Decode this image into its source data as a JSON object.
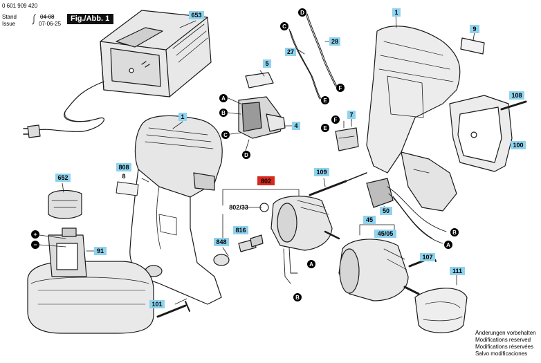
{
  "header": {
    "doc_number": "0 601 909 420",
    "stand_label": "Stand",
    "stand_value": "04-08",
    "issue_label": "Issue",
    "issue_value": "07-06-25",
    "figure_label": "Fig./Abb. 1"
  },
  "parts": {
    "p653": "653",
    "p1a": "1",
    "p1b": "1",
    "p9": "9",
    "p108": "108",
    "p100": "100",
    "p5": "5",
    "p4": "4",
    "p7": "7",
    "p27": "27",
    "p28": "28",
    "p808": "808",
    "p8": "8",
    "p652": "652",
    "p91": "91",
    "p101": "101",
    "p109": "109",
    "p802": "802",
    "p802_33": "802/33",
    "p816": "816",
    "p848": "848",
    "p50": "50",
    "p45": "45",
    "p45_05": "45/05",
    "p107": "107",
    "p111": "111"
  },
  "connectors": {
    "A": "A",
    "B": "B",
    "C": "C",
    "D": "D",
    "E": "E",
    "F": "F"
  },
  "battery_symbols": {
    "plus": "+",
    "minus": "−"
  },
  "notes": [
    "Änderungen vorbehalten",
    "Modifications reserved",
    "Modifications réservées",
    "Salvo modificaciones"
  ],
  "colors": {
    "label_fill": "#8fd3ee",
    "highlight_fill": "#d9281b",
    "line": "#1a1a1a",
    "circle_fill": "#000000"
  }
}
